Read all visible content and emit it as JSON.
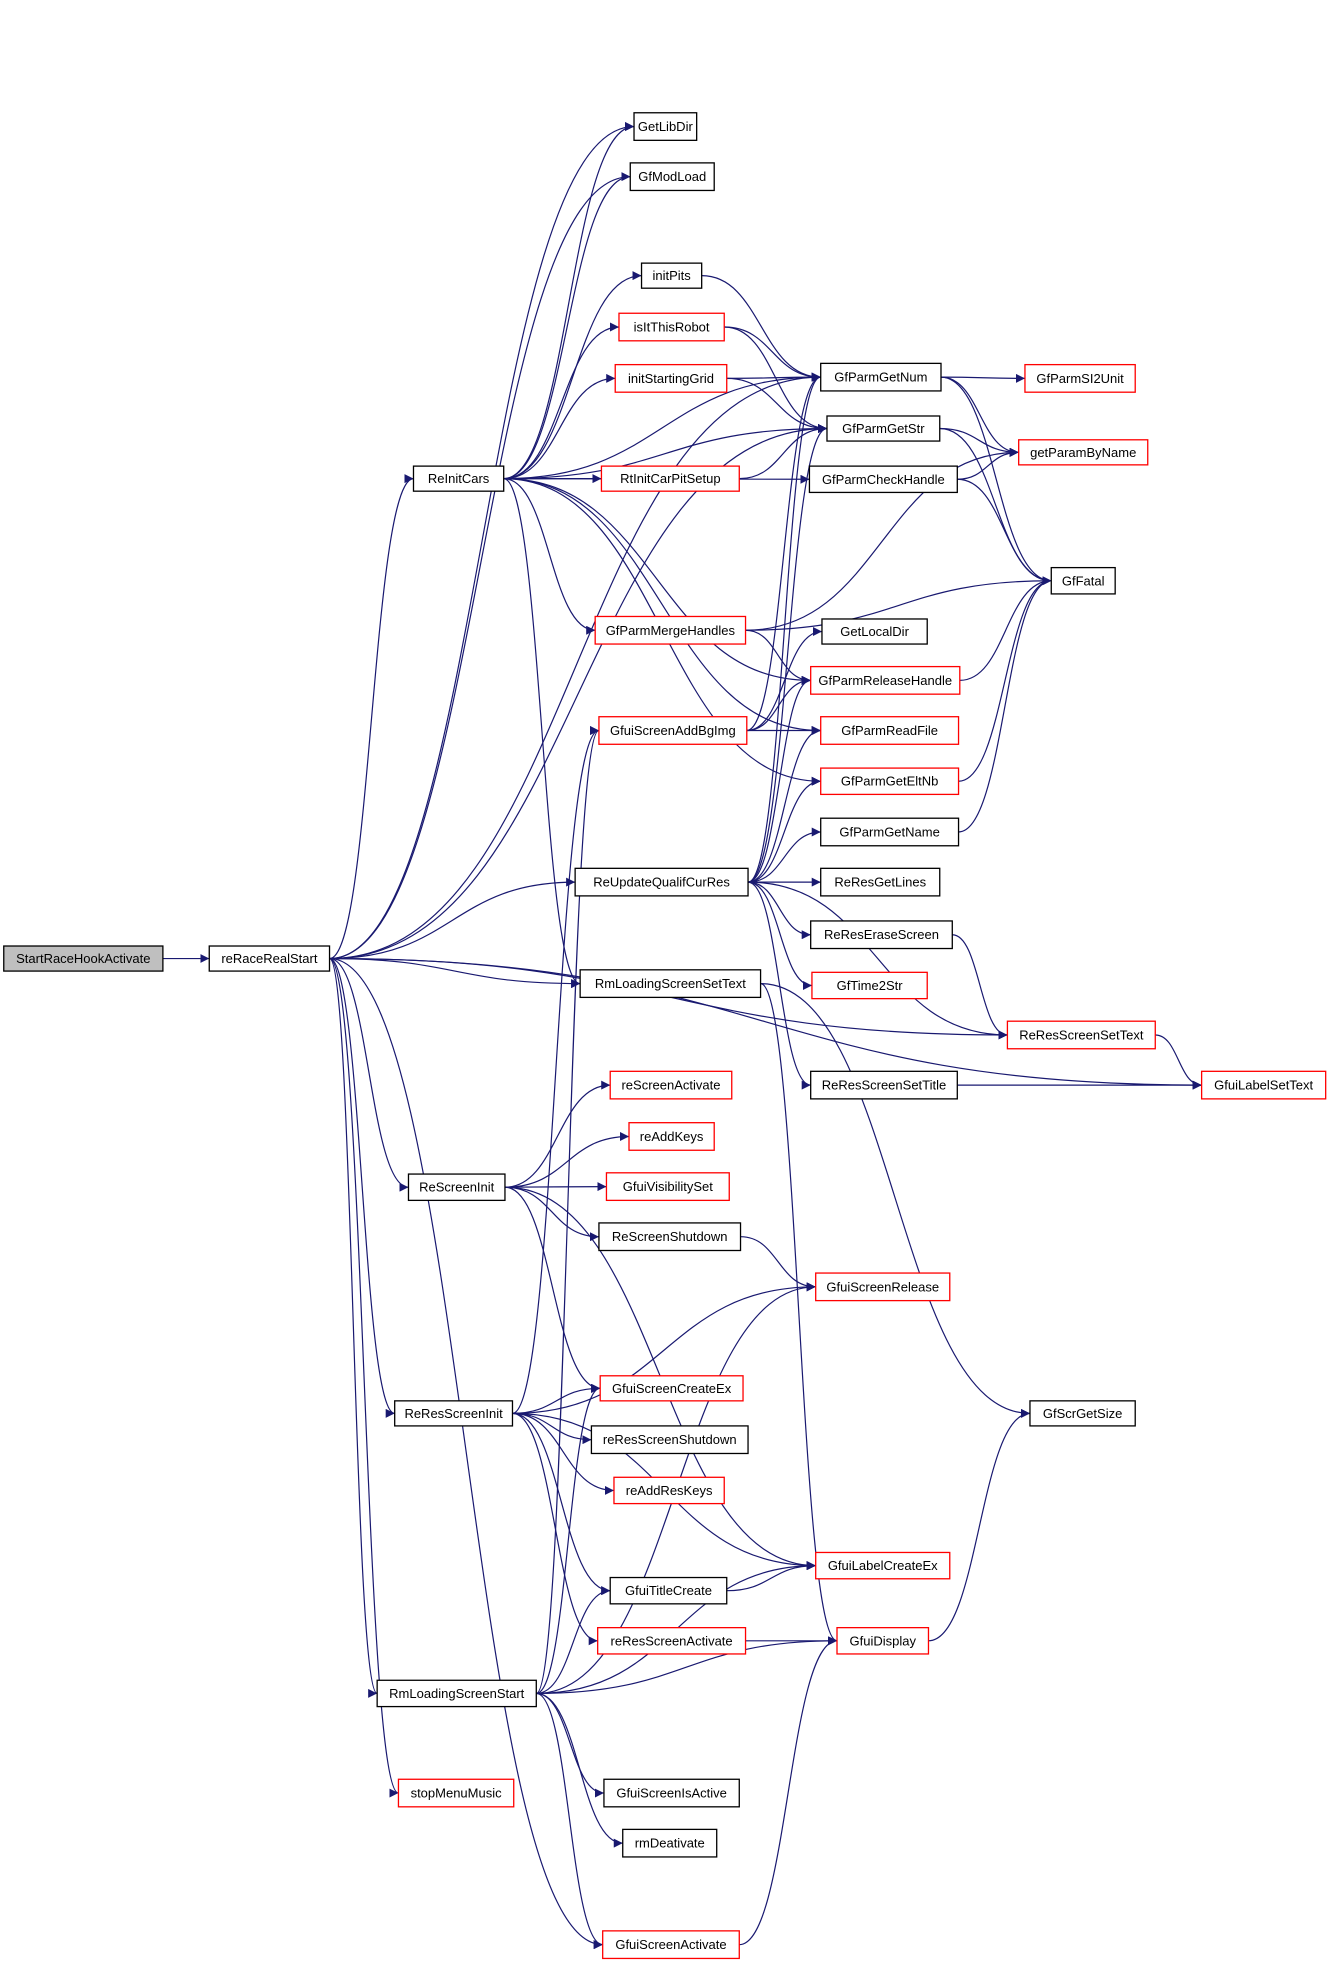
{
  "diagram": {
    "type": "call-graph",
    "colors": {
      "edge": "#191970",
      "node_border": "#000000",
      "node_border_incomplete": "#ff0000",
      "root_fill": "#bfbfbf",
      "node_fill": "#ffffff"
    },
    "nodes": [
      {
        "id": "StartRaceHookActivate",
        "label": "StartRaceHookActivate",
        "root": true,
        "red": false
      },
      {
        "id": "reRaceRealStart",
        "label": "reRaceRealStart",
        "red": false
      },
      {
        "id": "GetLibDir",
        "label": "GetLibDir",
        "red": false
      },
      {
        "id": "GfModLoad",
        "label": "GfModLoad",
        "red": false
      },
      {
        "id": "initPits",
        "label": "initPits",
        "red": false
      },
      {
        "id": "isItThisRobot",
        "label": "isItThisRobot",
        "red": true
      },
      {
        "id": "initStartingGrid",
        "label": "initStartingGrid",
        "red": true
      },
      {
        "id": "ReInitCars",
        "label": "ReInitCars",
        "red": false
      },
      {
        "id": "RtInitCarPitSetup",
        "label": "RtInitCarPitSetup",
        "red": true
      },
      {
        "id": "GfParmGetNum",
        "label": "GfParmGetNum",
        "red": false
      },
      {
        "id": "GfParmSI2Unit",
        "label": "GfParmSI2Unit",
        "red": true
      },
      {
        "id": "GfParmGetStr",
        "label": "GfParmGetStr",
        "red": false
      },
      {
        "id": "getParamByName",
        "label": "getParamByName",
        "red": true
      },
      {
        "id": "GfParmCheckHandle",
        "label": "GfParmCheckHandle",
        "red": false
      },
      {
        "id": "GfFatal",
        "label": "GfFatal",
        "red": false
      },
      {
        "id": "GfParmMergeHandles",
        "label": "GfParmMergeHandles",
        "red": true
      },
      {
        "id": "GetLocalDir",
        "label": "GetLocalDir",
        "red": false
      },
      {
        "id": "GfParmReleaseHandle",
        "label": "GfParmReleaseHandle",
        "red": true
      },
      {
        "id": "GfuiScreenAddBgImg",
        "label": "GfuiScreenAddBgImg",
        "red": true
      },
      {
        "id": "GfParmReadFile",
        "label": "GfParmReadFile",
        "red": true
      },
      {
        "id": "GfParmGetEltNb",
        "label": "GfParmGetEltNb",
        "red": true
      },
      {
        "id": "GfParmGetName",
        "label": "GfParmGetName",
        "red": false
      },
      {
        "id": "ReUpdateQualifCurRes",
        "label": "ReUpdateQualifCurRes",
        "red": false
      },
      {
        "id": "ReResGetLines",
        "label": "ReResGetLines",
        "red": false
      },
      {
        "id": "ReResEraseScreen",
        "label": "ReResEraseScreen",
        "red": false
      },
      {
        "id": "GfTime2Str",
        "label": "GfTime2Str",
        "red": true
      },
      {
        "id": "RmLoadingScreenSetText",
        "label": "RmLoadingScreenSetText",
        "red": false
      },
      {
        "id": "ReResScreenSetText",
        "label": "ReResScreenSetText",
        "red": true
      },
      {
        "id": "ReResScreenSetTitle",
        "label": "ReResScreenSetTitle",
        "red": false
      },
      {
        "id": "GfuiLabelSetText",
        "label": "GfuiLabelSetText",
        "red": true
      },
      {
        "id": "reScreenActivate",
        "label": "reScreenActivate",
        "red": true
      },
      {
        "id": "reAddKeys",
        "label": "reAddKeys",
        "red": true
      },
      {
        "id": "ReScreenInit",
        "label": "ReScreenInit",
        "red": false
      },
      {
        "id": "GfuiVisibilitySet",
        "label": "GfuiVisibilitySet",
        "red": true
      },
      {
        "id": "ReScreenShutdown",
        "label": "ReScreenShutdown",
        "red": false
      },
      {
        "id": "GfuiScreenRelease",
        "label": "GfuiScreenRelease",
        "red": true
      },
      {
        "id": "GfuiScreenCreateEx",
        "label": "GfuiScreenCreateEx",
        "red": true
      },
      {
        "id": "ReResScreenInit",
        "label": "ReResScreenInit",
        "red": false
      },
      {
        "id": "reResScreenShutdown",
        "label": "reResScreenShutdown",
        "red": false
      },
      {
        "id": "GfScrGetSize",
        "label": "GfScrGetSize",
        "red": false
      },
      {
        "id": "reAddResKeys",
        "label": "reAddResKeys",
        "red": true
      },
      {
        "id": "GfuiLabelCreateEx",
        "label": "GfuiLabelCreateEx",
        "red": true
      },
      {
        "id": "GfuiTitleCreate",
        "label": "GfuiTitleCreate",
        "red": false
      },
      {
        "id": "reResScreenActivate",
        "label": "reResScreenActivate",
        "red": true
      },
      {
        "id": "GfuiDisplay",
        "label": "GfuiDisplay",
        "red": true
      },
      {
        "id": "RmLoadingScreenStart",
        "label": "RmLoadingScreenStart",
        "red": false
      },
      {
        "id": "GfuiScreenIsActive",
        "label": "GfuiScreenIsActive",
        "red": false
      },
      {
        "id": "stopMenuMusic",
        "label": "stopMenuMusic",
        "red": true
      },
      {
        "id": "rmDeativate",
        "label": "rmDeativate",
        "red": false
      },
      {
        "id": "GfuiScreenActivate",
        "label": "GfuiScreenActivate",
        "red": true
      }
    ],
    "edges": [
      [
        "StartRaceHookActivate",
        "reRaceRealStart"
      ],
      [
        "reRaceRealStart",
        "GetLibDir"
      ],
      [
        "reRaceRealStart",
        "GfModLoad"
      ],
      [
        "reRaceRealStart",
        "GfParmGetNum"
      ],
      [
        "reRaceRealStart",
        "GfParmGetStr"
      ],
      [
        "reRaceRealStart",
        "ReInitCars"
      ],
      [
        "reRaceRealStart",
        "ReUpdateQualifCurRes"
      ],
      [
        "reRaceRealStart",
        "RmLoadingScreenSetText"
      ],
      [
        "reRaceRealStart",
        "ReResScreenSetText"
      ],
      [
        "reRaceRealStart",
        "GfuiLabelSetText"
      ],
      [
        "reRaceRealStart",
        "ReScreenInit"
      ],
      [
        "reRaceRealStart",
        "ReResScreenInit"
      ],
      [
        "reRaceRealStart",
        "RmLoadingScreenStart"
      ],
      [
        "reRaceRealStart",
        "stopMenuMusic"
      ],
      [
        "reRaceRealStart",
        "GfuiScreenActivate"
      ],
      [
        "ReInitCars",
        "GetLibDir"
      ],
      [
        "ReInitCars",
        "GfModLoad"
      ],
      [
        "ReInitCars",
        "GfParmGetNum"
      ],
      [
        "ReInitCars",
        "initPits"
      ],
      [
        "ReInitCars",
        "isItThisRobot"
      ],
      [
        "ReInitCars",
        "initStartingGrid"
      ],
      [
        "ReInitCars",
        "GfParmGetStr"
      ],
      [
        "ReInitCars",
        "RtInitCarPitSetup"
      ],
      [
        "ReInitCars",
        "GfParmCheckHandle"
      ],
      [
        "ReInitCars",
        "GfParmMergeHandles"
      ],
      [
        "ReInitCars",
        "GfParmReleaseHandle"
      ],
      [
        "ReInitCars",
        "GfParmReadFile"
      ],
      [
        "ReInitCars",
        "GfParmGetEltNb"
      ],
      [
        "ReInitCars",
        "RmLoadingScreenSetText"
      ],
      [
        "initPits",
        "GfParmGetNum"
      ],
      [
        "isItThisRobot",
        "GfParmGetNum"
      ],
      [
        "isItThisRobot",
        "GfParmGetStr"
      ],
      [
        "initStartingGrid",
        "GfParmGetNum"
      ],
      [
        "initStartingGrid",
        "GfParmGetStr"
      ],
      [
        "RtInitCarPitSetup",
        "GfParmGetStr"
      ],
      [
        "GfParmGetNum",
        "GfParmSI2Unit"
      ],
      [
        "GfParmGetNum",
        "getParamByName"
      ],
      [
        "GfParmGetNum",
        "GfFatal"
      ],
      [
        "GfParmGetStr",
        "getParamByName"
      ],
      [
        "GfParmGetStr",
        "GfFatal"
      ],
      [
        "GfParmCheckHandle",
        "getParamByName"
      ],
      [
        "GfParmCheckHandle",
        "GfFatal"
      ],
      [
        "GfParmMergeHandles",
        "getParamByName"
      ],
      [
        "GfParmMergeHandles",
        "GfFatal"
      ],
      [
        "GfParmMergeHandles",
        "GfParmReleaseHandle"
      ],
      [
        "GfParmReleaseHandle",
        "GfFatal"
      ],
      [
        "GfParmGetEltNb",
        "GfFatal"
      ],
      [
        "GfParmGetName",
        "GfFatal"
      ],
      [
        "GfuiScreenAddBgImg",
        "GfParmGetNum"
      ],
      [
        "GfuiScreenAddBgImg",
        "GetLocalDir"
      ],
      [
        "GfuiScreenAddBgImg",
        "GfParmReleaseHandle"
      ],
      [
        "GfuiScreenAddBgImg",
        "GfParmReadFile"
      ],
      [
        "ReUpdateQualifCurRes",
        "GfParmGetNum"
      ],
      [
        "ReUpdateQualifCurRes",
        "GfParmGetStr"
      ],
      [
        "ReUpdateQualifCurRes",
        "GfParmReleaseHandle"
      ],
      [
        "ReUpdateQualifCurRes",
        "GfParmReadFile"
      ],
      [
        "ReUpdateQualifCurRes",
        "GfParmGetEltNb"
      ],
      [
        "ReUpdateQualifCurRes",
        "GfParmGetName"
      ],
      [
        "ReUpdateQualifCurRes",
        "ReResGetLines"
      ],
      [
        "ReUpdateQualifCurRes",
        "ReResEraseScreen"
      ],
      [
        "ReUpdateQualifCurRes",
        "GfTime2Str"
      ],
      [
        "ReUpdateQualifCurRes",
        "ReResScreenSetTitle"
      ],
      [
        "ReUpdateQualifCurRes",
        "ReResScreenSetText"
      ],
      [
        "ReResEraseScreen",
        "ReResScreenSetText"
      ],
      [
        "ReResScreenSetText",
        "GfuiLabelSetText"
      ],
      [
        "ReResScreenSetTitle",
        "GfuiLabelSetText"
      ],
      [
        "RmLoadingScreenSetText",
        "GfScrGetSize"
      ],
      [
        "RmLoadingScreenSetText",
        "GfuiDisplay"
      ],
      [
        "ReScreenInit",
        "reScreenActivate"
      ],
      [
        "ReScreenInit",
        "reAddKeys"
      ],
      [
        "ReScreenInit",
        "GfuiVisibilitySet"
      ],
      [
        "ReScreenInit",
        "ReScreenShutdown"
      ],
      [
        "ReScreenInit",
        "GfuiScreenCreateEx"
      ],
      [
        "ReScreenInit",
        "GfuiLabelCreateEx"
      ],
      [
        "ReScreenShutdown",
        "GfuiScreenRelease"
      ],
      [
        "ReResScreenInit",
        "GfuiScreenAddBgImg"
      ],
      [
        "ReResScreenInit",
        "GfuiScreenRelease"
      ],
      [
        "ReResScreenInit",
        "GfuiScreenCreateEx"
      ],
      [
        "ReResScreenInit",
        "reResScreenShutdown"
      ],
      [
        "ReResScreenInit",
        "reAddResKeys"
      ],
      [
        "ReResScreenInit",
        "GfuiLabelCreateEx"
      ],
      [
        "ReResScreenInit",
        "GfuiTitleCreate"
      ],
      [
        "ReResScreenInit",
        "reResScreenActivate"
      ],
      [
        "GfuiTitleCreate",
        "GfuiLabelCreateEx"
      ],
      [
        "reResScreenActivate",
        "GfuiDisplay"
      ],
      [
        "GfuiDisplay",
        "GfScrGetSize"
      ],
      [
        "RmLoadingScreenStart",
        "GfuiScreenAddBgImg"
      ],
      [
        "RmLoadingScreenStart",
        "GfuiScreenCreateEx"
      ],
      [
        "RmLoadingScreenStart",
        "GfuiTitleCreate"
      ],
      [
        "RmLoadingScreenStart",
        "GfuiScreenRelease"
      ],
      [
        "RmLoadingScreenStart",
        "GfuiLabelCreateEx"
      ],
      [
        "RmLoadingScreenStart",
        "GfuiScreenIsActive"
      ],
      [
        "RmLoadingScreenStart",
        "rmDeativate"
      ],
      [
        "RmLoadingScreenStart",
        "GfuiDisplay"
      ],
      [
        "RmLoadingScreenStart",
        "GfuiScreenActivate"
      ],
      [
        "GfuiScreenActivate",
        "GfuiDisplay"
      ]
    ]
  }
}
